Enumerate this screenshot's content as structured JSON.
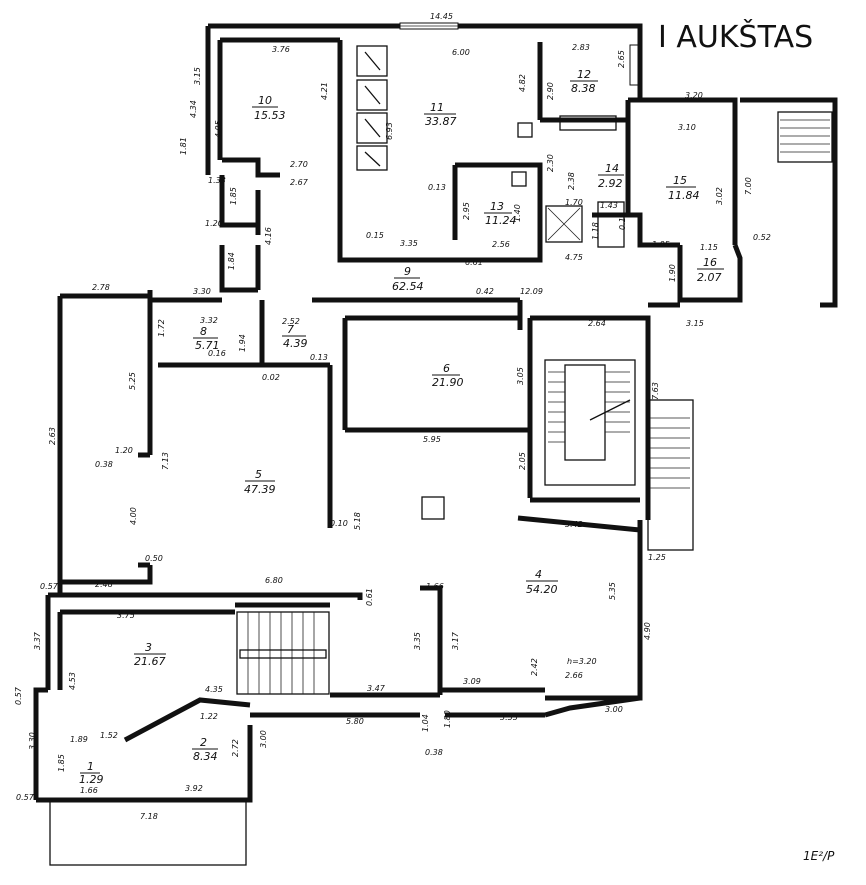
{
  "title": "I AUKŠTAS",
  "corner_note": "1E²/P",
  "rooms": [
    {
      "id": "room-10",
      "number": "10",
      "area": "15.53"
    },
    {
      "id": "room-11",
      "number": "11",
      "area": "33.87"
    },
    {
      "id": "room-12",
      "number": "12",
      "area": "8.38"
    },
    {
      "id": "room-13",
      "number": "13",
      "area": "11.24"
    },
    {
      "id": "room-14",
      "number": "14",
      "area": "2.92"
    },
    {
      "id": "room-15",
      "number": "15",
      "area": "11.84"
    },
    {
      "id": "room-16",
      "number": "16",
      "area": "2.07"
    },
    {
      "id": "room-9",
      "number": "9",
      "area": "62.54"
    },
    {
      "id": "room-8",
      "number": "8",
      "area": "5.71"
    },
    {
      "id": "room-7",
      "number": "7",
      "area": "4.39"
    },
    {
      "id": "room-6",
      "number": "6",
      "area": "21.90"
    },
    {
      "id": "room-5",
      "number": "5",
      "area": "47.39"
    },
    {
      "id": "room-4",
      "number": "4",
      "area": "54.20"
    },
    {
      "id": "room-3",
      "number": "3",
      "area": "21.67"
    },
    {
      "id": "room-2",
      "number": "2",
      "area": "8.34"
    },
    {
      "id": "room-1",
      "number": "1",
      "area": "1.29"
    }
  ],
  "dimensions": [
    "14.45",
    "6.00",
    "3.76",
    "2.83",
    "2.65",
    "3.15",
    "4.34",
    "4.21",
    "6.93",
    "4.82",
    "2.90",
    "1.81",
    "4.95",
    "1.33",
    "2.70",
    "2.67",
    "1.85",
    "3.20",
    "3.10",
    "0.13",
    "2.95",
    "2.30",
    "2.38",
    "1.43",
    "0.10",
    "7.00",
    "3.02",
    "1.70",
    "1.40",
    "1.18",
    "0.15",
    "3.35",
    "6.61",
    "2.56",
    "4.75",
    "1.05",
    "1.15",
    "0.52",
    "1.20",
    "4.16",
    "1.84",
    "1.90",
    "2.78",
    "3.30",
    "3.32",
    "1.72",
    "0.16",
    "1.94",
    "2.52",
    "0.13",
    "0.42",
    "12.09",
    "2.64",
    "3.15",
    "7.63",
    "5.25",
    "0.02",
    "3.05",
    "2.63",
    "1.20",
    "0.38",
    "7.13",
    "5.95",
    "2.05",
    "4.00",
    "0.10",
    "5.18",
    "3.42",
    "0.50",
    "0.57",
    "2.48",
    "6.80",
    "0.61",
    "1.66",
    "5.35",
    "1.25",
    "3.37",
    "3.75",
    "3.35",
    "3.17",
    "4.90",
    "h=3.20",
    "2.42",
    "3.09",
    "2.66",
    "4.53",
    "4.35",
    "3.47",
    "0.57",
    "1.22",
    "5.80",
    "1.04",
    "1.80",
    "3.55",
    "3.00",
    "3.30",
    "1.89",
    "1.52",
    "2.72",
    "3.00",
    "0.38",
    "1.85",
    "1.66",
    "0.57",
    "3.92",
    "7.18"
  ]
}
